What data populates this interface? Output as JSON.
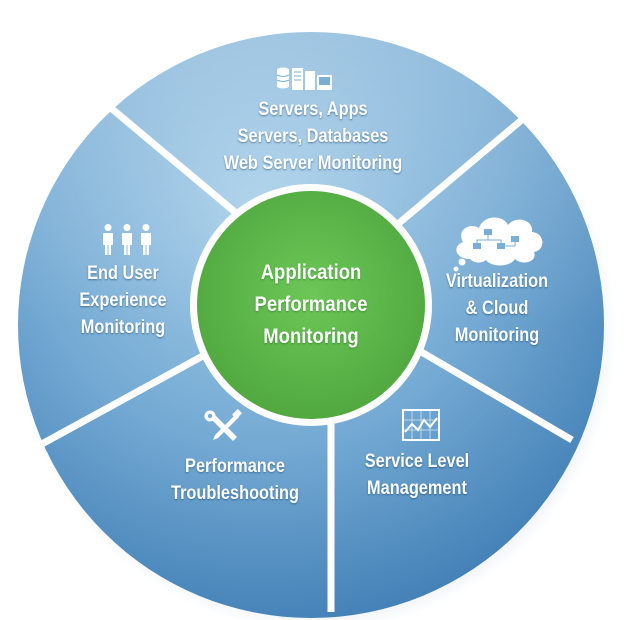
{
  "center": {
    "lines": [
      "Application",
      "Performance",
      "Monitoring"
    ]
  },
  "segments": [
    {
      "id": "servers",
      "icon": "server-database-icon",
      "lines": [
        "Servers, Apps",
        "Servers, Databases",
        "Web Server Monitoring"
      ]
    },
    {
      "id": "virtualization",
      "icon": "cloud-network-icon",
      "lines": [
        "Virtualization",
        "& Cloud",
        "Monitoring"
      ]
    },
    {
      "id": "service-level",
      "icon": "line-chart-icon",
      "lines": [
        "Service Level",
        "Management"
      ]
    },
    {
      "id": "troubleshooting",
      "icon": "wrench-screwdriver-icon",
      "lines": [
        "Performance",
        "Troubleshooting"
      ]
    },
    {
      "id": "end-user",
      "icon": "users-icon",
      "lines": [
        "End User",
        "Experience",
        "Monitoring"
      ]
    }
  ],
  "colors": {
    "ring_light": "#9cc8e6",
    "ring_mid": "#6ea6d2",
    "ring_dark": "#3f7fb6",
    "center_green": "#5cb84a",
    "divider": "#ffffff"
  }
}
